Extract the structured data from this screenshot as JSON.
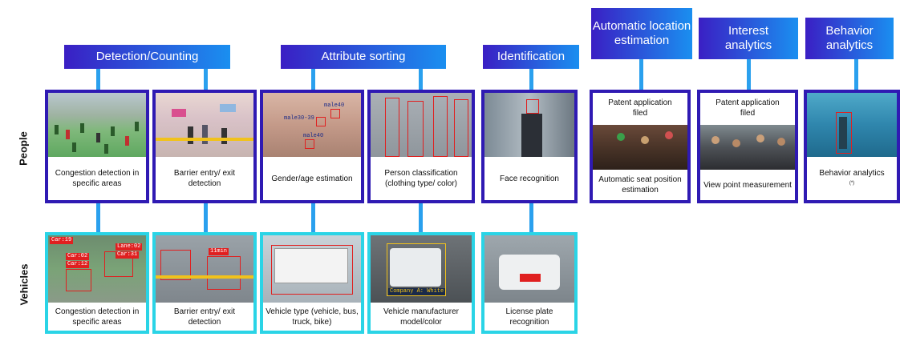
{
  "headers": {
    "detection": "Detection/Counting",
    "attribute": "Attribute sorting",
    "identification": "Identification",
    "location": "Automatic location estimation",
    "interest": "Interest analytics",
    "behavior": "Behavior analytics"
  },
  "rows": {
    "people": "People",
    "vehicles": "Vehicles"
  },
  "people": {
    "congestion": "Congestion detection in specific areas",
    "barrier": "Barrier entry/ exit detection",
    "gender": "Gender/age estimation",
    "person_class": "Person classification (clothing type/ color)",
    "face": "Face recognition",
    "patent_1": "Patent application filed",
    "seat": "Automatic seat position estimation",
    "patent_2": "Patent application filed",
    "viewpoint": "View point measurement",
    "behavior": "Behavior analytics",
    "behavior_mark": "(*)"
  },
  "vehicles": {
    "congestion": "Congestion detection in specific areas",
    "barrier": "Barrier entry/ exit detection",
    "vtype": "Vehicle type (vehicle, bus,   truck, bike)",
    "manufacturer": "Vehicle manufacturer model/color",
    "plate": "License plate recognition"
  },
  "image_tags": {
    "gender_1": "male30-39",
    "gender_2": "male40",
    "gender_3": "male40",
    "company": "Company A: White",
    "v_c1": "Car:19",
    "v_c2": "Lane:02",
    "v_c3": "Car:31",
    "v_c4": "Car:02",
    "v_c5": "Car:12",
    "v_b1": "11min"
  },
  "colors": {
    "people_border": "#2f1ab3",
    "vehicle_border": "#2ad4e6",
    "header_start": "#3a1fc4",
    "header_end": "#1a8ff0",
    "connector": "#2aa0ee",
    "detection_box": "#e02020",
    "barrier_line": "#f1c21b"
  }
}
